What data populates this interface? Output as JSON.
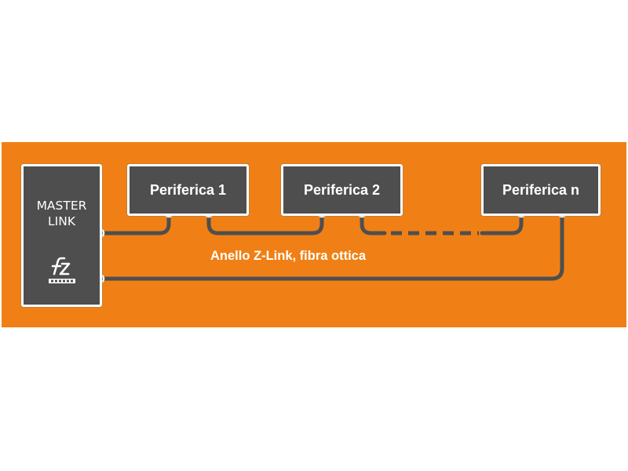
{
  "master": {
    "line1": "MASTER",
    "line2": "LINK",
    "logo_icon": "fz-series-logo"
  },
  "peripherals": [
    {
      "label": "Periferica 1"
    },
    {
      "label": "Periferica 2"
    },
    {
      "label": "Periferica n"
    }
  ],
  "ring_label": "Anello Z-Link, fibra ottica",
  "colors": {
    "background": "#f08015",
    "box": "#4e4e4e",
    "line": "#4e4e4e",
    "text": "#ffffff"
  }
}
